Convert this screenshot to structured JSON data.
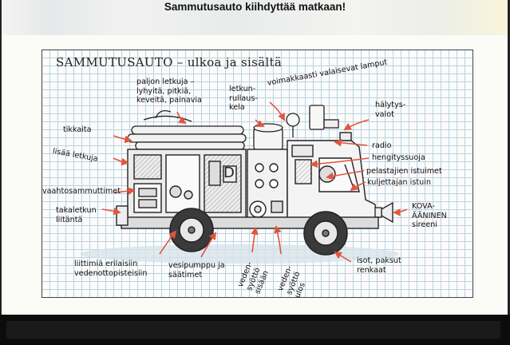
{
  "page_title": "Sammutusauto kiihdyttää matkaan!",
  "panel_title": "SAMMUTUSAUTO – ulkoa ja sisältä",
  "labels": {
    "hoses": "paljon letkuja –\nlyhyitä, pitkiä,\nkeveitä, painavia",
    "hose_reel": "letkun-\nrullaus-\nkela",
    "lamps": "voimakkaasti valaisevat lamput",
    "emergency_lights": "hälytys-\nvalot",
    "ladders": "tikkaita",
    "more_hoses": "lisää letkuja",
    "foam": "vaahtosammuttimet",
    "tow": "takaletkun\nliitäntä",
    "radio": "radio",
    "breathing": "hengityssuoja",
    "rescuer_seats": "pelastajien istuimet",
    "driver_seat": "kuljettajan istuin",
    "siren": "KOVA-\nÄÄNINEN\nsireeni",
    "connectors": "liittimiä erilaisiin\nvedenottopisteisiin",
    "pump": "vesipumppu ja\nsäätimet",
    "water_in": "veden-\nsyöttö\nsisään",
    "water_out": "veden-\nsyöttö\nulos",
    "tyres": "isot, paksut\nrenkaat"
  }
}
